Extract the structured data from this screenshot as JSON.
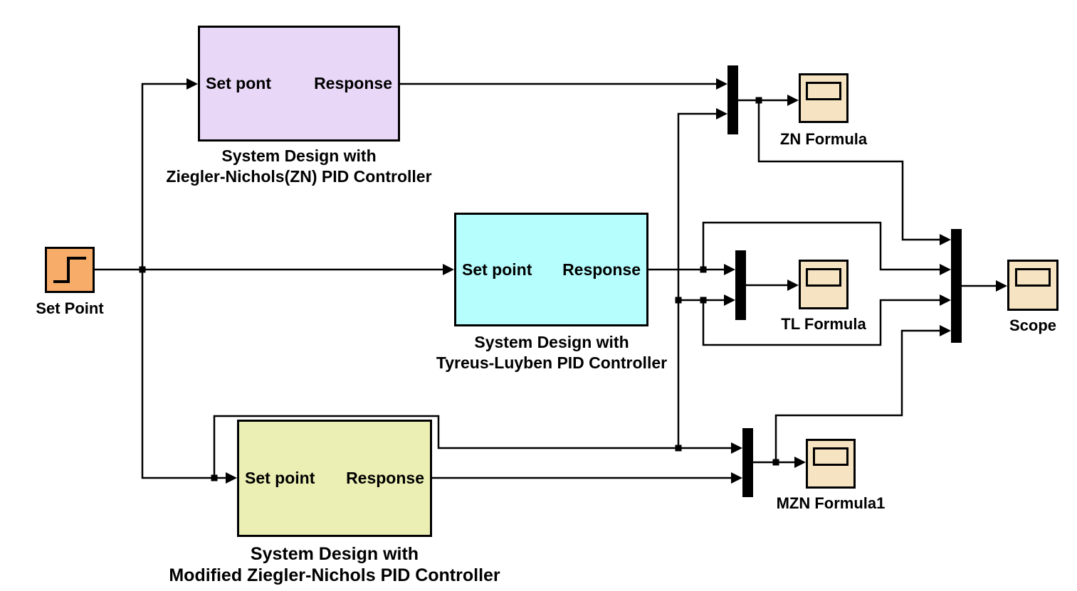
{
  "diagram_type": "simulink-block-diagram",
  "source_block": {
    "label": "Set Point"
  },
  "subsystems": {
    "zn": {
      "port_in": "Set pont",
      "port_out": "Response",
      "caption1": "System Design with",
      "caption2": "Ziegler-Nichols(ZN) PID Controller"
    },
    "tl": {
      "port_in": "Set point",
      "port_out": "Response",
      "caption1": "System Design with",
      "caption2": "Tyreus-Luyben PID Controller"
    },
    "mzn": {
      "port_in": "Set point",
      "port_out": "Response",
      "caption1": "System Design with",
      "caption2": "Modified Ziegler-Nichols PID Controller"
    }
  },
  "scopes": {
    "zn": {
      "label": "ZN Formula"
    },
    "tl": {
      "label": "TL Formula"
    },
    "mzn": {
      "label": "MZN Formula1"
    },
    "main": {
      "label": "Scope"
    }
  },
  "colors": {
    "zn_fill": "#E9D7F8",
    "tl_fill": "#B6FDFD",
    "mzn_fill": "#ECEFB4",
    "source_fill": "#F7AD69",
    "scope_fill": "#F5E3C1",
    "wire": "#000000",
    "background": "#FFFFFF"
  }
}
